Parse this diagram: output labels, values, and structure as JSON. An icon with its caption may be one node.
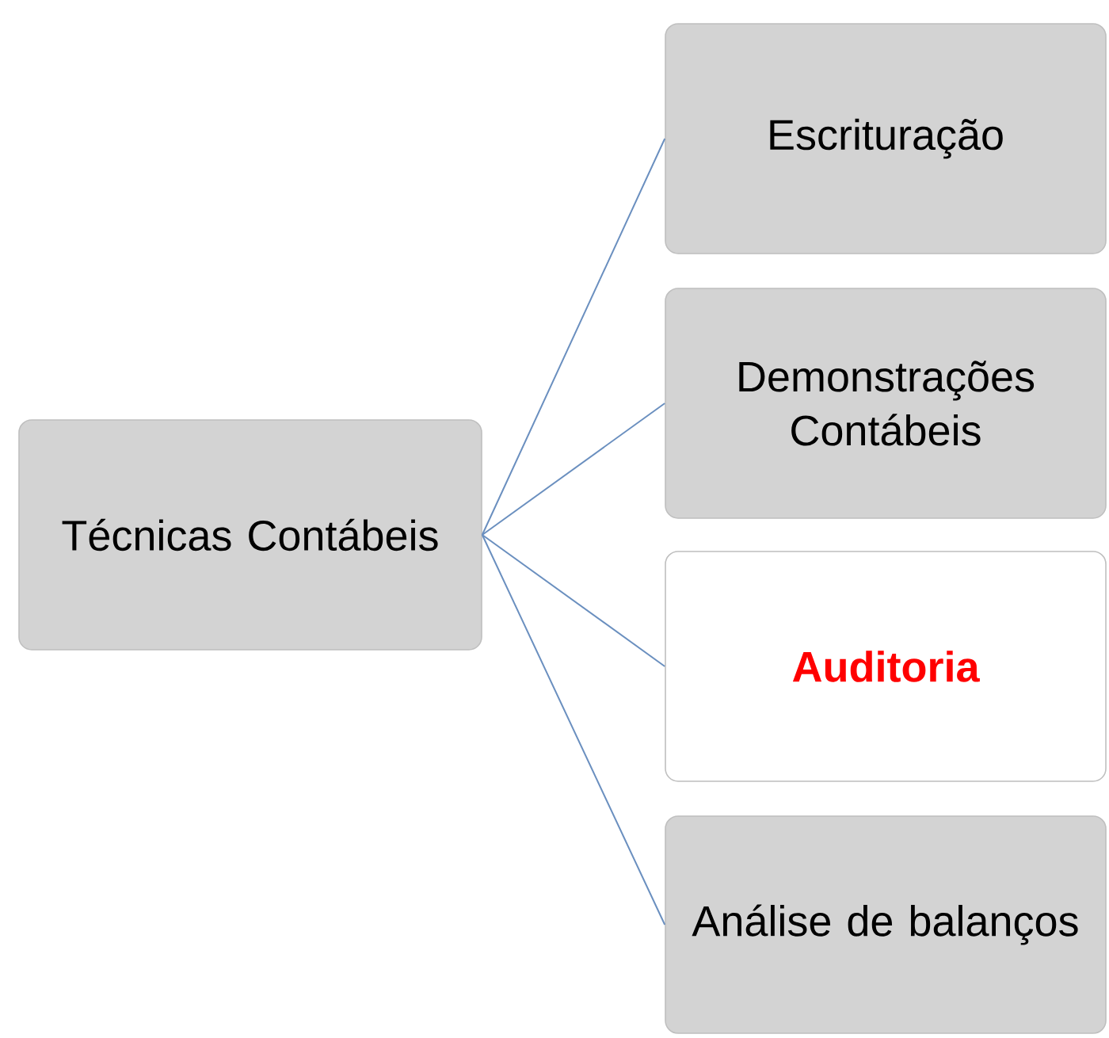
{
  "diagram": {
    "nodes": [
      {
        "text": [
          "Técnicas Contábeis"
        ]
      },
      {
        "text": [
          "Escrituração"
        ]
      },
      {
        "text": [
          "Demonstrações Contábeis"
        ]
      },
      {
        "text": [
          "Auditoria"
        ]
      },
      {
        "text": [
          "Análise de balanços"
        ]
      }
    ],
    "edges": [
      {
        "from": 0,
        "to": 1,
        "arrow": "none"
      },
      {
        "from": 0,
        "to": 2,
        "arrow": "none"
      },
      {
        "from": 0,
        "to": 3,
        "arrow": "none"
      },
      {
        "from": 0,
        "to": 4,
        "arrow": "none"
      }
    ]
  }
}
